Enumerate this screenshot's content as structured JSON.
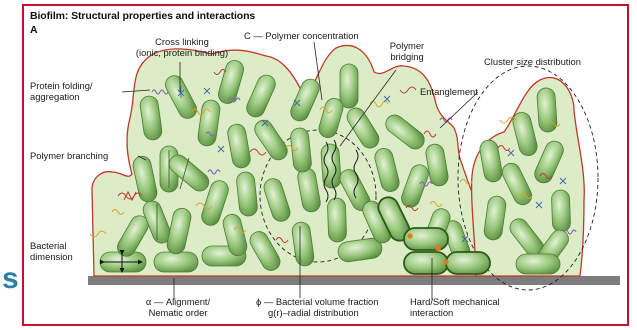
{
  "figure": {
    "title": "Biofilm: Structural properties and interactions",
    "panel": "A",
    "side_letter": "s",
    "labels": {
      "cross_linking_1": "Cross linking",
      "cross_linking_2": "(ionic, protein binding)",
      "polymer_concentration": "C — Polymer concentration",
      "polymer_bridging_1": "Polymer",
      "polymer_bridging_2": "bridging",
      "cluster_size": "Cluster size distribution",
      "protein_folding_1": "Protein folding/",
      "protein_folding_2": "aggregation",
      "entanglement": "Entanglement",
      "polymer_branching": "Polymer branching",
      "bacterial_dimension_1": "Bacterial",
      "bacterial_dimension_2": "dimension",
      "alignment_1": "α — Alignment/",
      "alignment_2": "Nematic order",
      "volume_fraction_1": "ϕ — Bacterial volume fraction",
      "volume_fraction_2": "g(r)–radial distribution",
      "mechanical_1": "Hard/Soft mechanical",
      "mechanical_2": "interaction"
    }
  },
  "colors": {
    "border": "#c8102e",
    "matrix_fill": "#dcecc6",
    "matrix_outline": "#c0392b",
    "cell_fill": "#8cbf6e",
    "cell_light": "#d9edc9",
    "cell_stroke": "#4f7a38",
    "substrate": "#7d7d7d",
    "polymer_red": "#c0392b",
    "polymer_yellow": "#d8a62a",
    "polymer_purple": "#8e6bb5",
    "side_letter": "#2a7fa8"
  }
}
